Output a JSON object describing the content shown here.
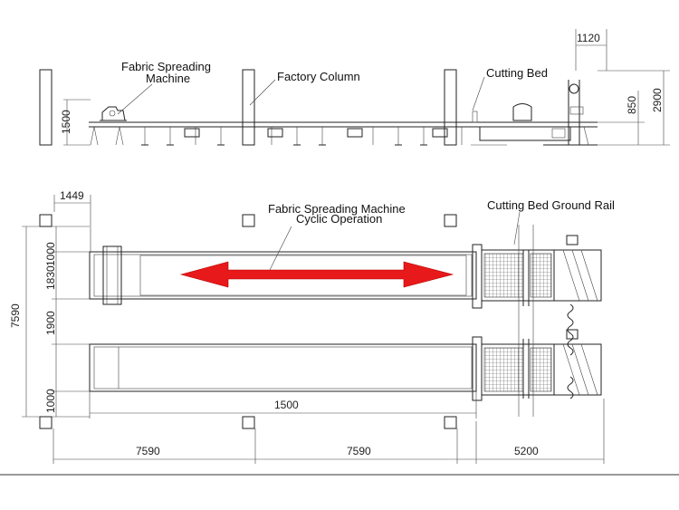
{
  "labels": {
    "fabric_spreading_machine_line1": "Fabric Spreading",
    "fabric_spreading_machine_line2": "Machine",
    "factory_column": "Factory Column",
    "cutting_bed": "Cutting Bed",
    "cyclic_operation_line1": "Fabric Spreading Machine",
    "cyclic_operation_line2": "Cyclic Operation",
    "cutting_bed_ground_rail": "Cutting Bed Ground Rail"
  },
  "dimensions": {
    "top_1120": "1120",
    "top_2900": "2900",
    "top_850": "850",
    "side_1500": "1500",
    "plan_1449": "1449",
    "plan_7590_vertical": "7590",
    "plan_1000_top": "1000",
    "plan_1830": "1830",
    "plan_1900": "1900",
    "plan_1000_bottom": "1000",
    "plan_1500": "1500",
    "bottom_7590_left": "7590",
    "bottom_7590_right": "7590",
    "bottom_5200": "5200"
  },
  "colors": {
    "arrow": "#e8191a",
    "line": "#222222"
  }
}
